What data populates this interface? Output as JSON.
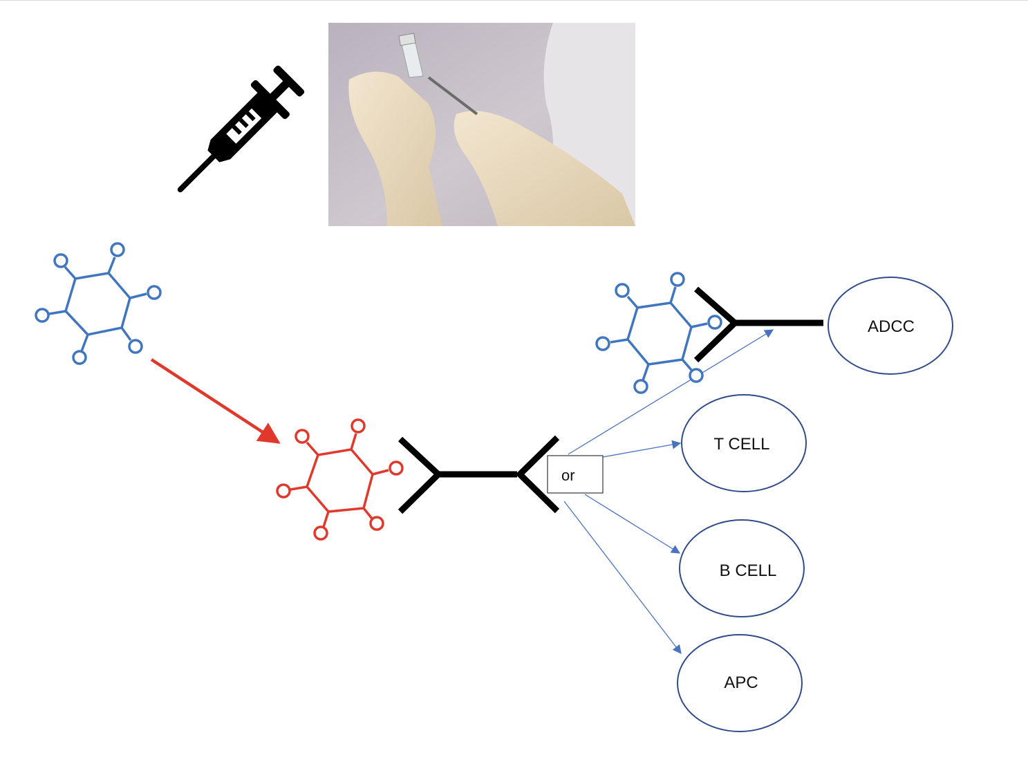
{
  "nodes": {
    "adcc": "ADCC",
    "tcell": "T CELL",
    "bcell": "B CELL",
    "apc": "APC"
  },
  "connector": {
    "or_label": "or"
  },
  "icons": {
    "syringe": "syringe-icon",
    "photo": "vaccine-vial-photo",
    "antigen_blue": "antigen-molecule-icon",
    "antigen_red": "modified-antigen-molecule-icon",
    "antibody": "antibody-icon"
  },
  "colors": {
    "antigen_blue": "#3f76bf",
    "antigen_red": "#e0392b",
    "arrow_red": "#e0392b",
    "arrow_blue": "#4a72c0",
    "ellipse_stroke": "#2f4b8c",
    "antibody": "#000000"
  }
}
